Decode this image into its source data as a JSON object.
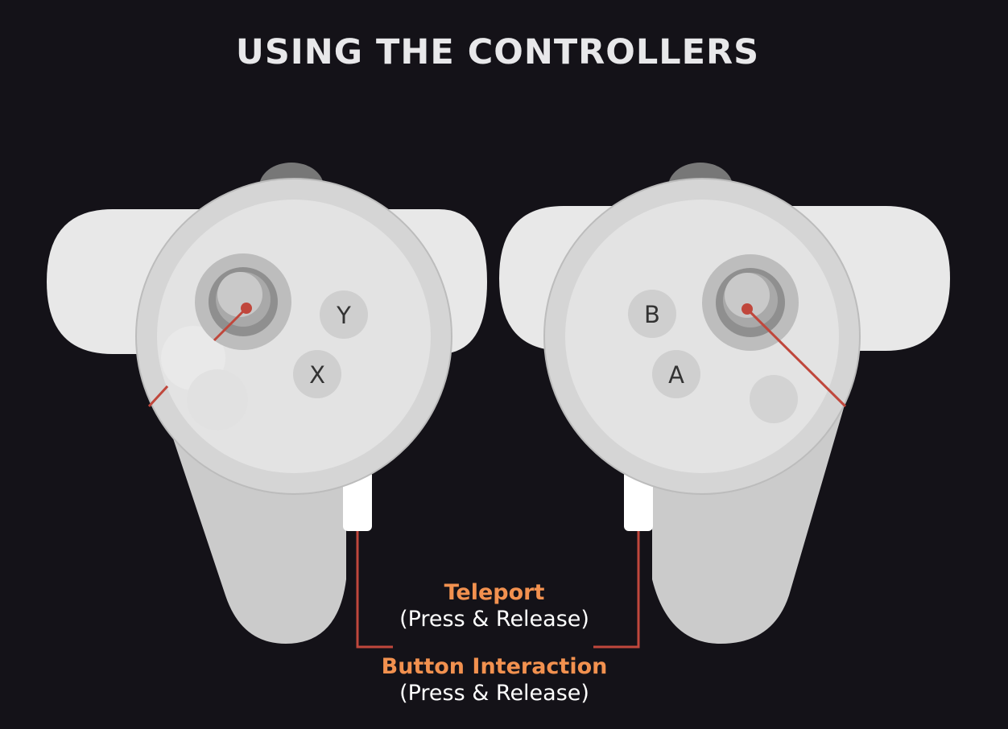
{
  "title": "USING THE CONTROLLERS",
  "left_controller": {
    "buttons": [
      {
        "label": "Y"
      },
      {
        "label": "X"
      }
    ]
  },
  "right_controller": {
    "buttons": [
      {
        "label": "B"
      },
      {
        "label": "A"
      }
    ]
  },
  "callouts": [
    {
      "action": "Teleport",
      "instruction": "(Press & Release)"
    },
    {
      "action": "Button Interaction",
      "instruction": "(Press & Release)"
    }
  ],
  "colors": {
    "background": "#141218",
    "controller_body": "#e8e8e8",
    "controller_face": "#dedede",
    "leader_line": "#c0473c",
    "action_label": "#f2914f"
  }
}
